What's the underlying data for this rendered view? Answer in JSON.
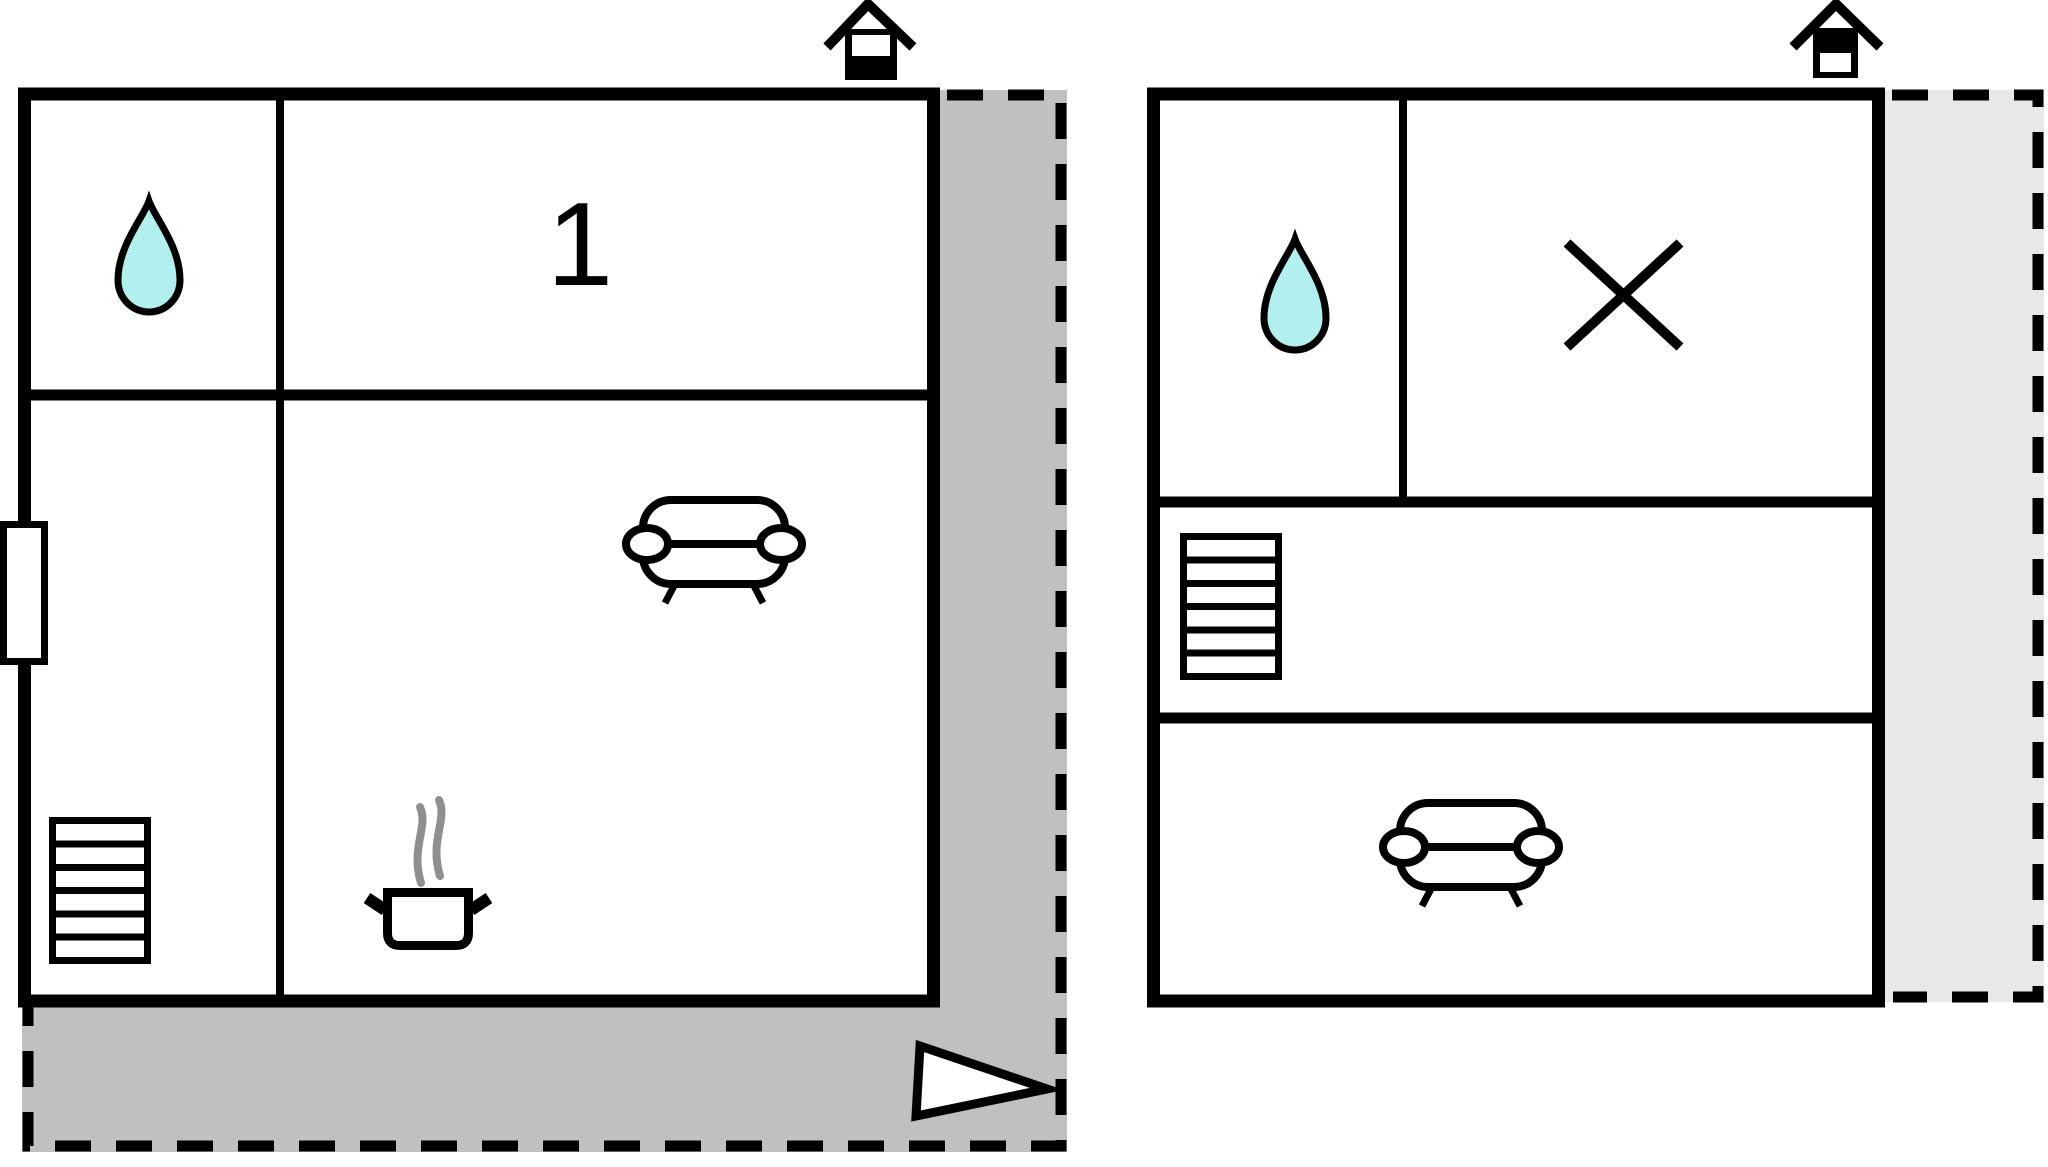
{
  "colors": {
    "wall": "#000000",
    "water_drop": "#b2f0f0",
    "terrace_left": "#c0c0c0",
    "terrace_right": "#e8e8e8",
    "steam": "#8f8f8f",
    "background": "#ffffff"
  },
  "left_plan": {
    "room_label": "1",
    "icons": [
      "chimney-icon",
      "water-drop-icon",
      "window",
      "sofa-icon",
      "cooking-pot-icon",
      "stairs-icon",
      "entrance-arrow-icon",
      "terrace-dashed-border"
    ]
  },
  "right_plan": {
    "icons": [
      "chimney-icon",
      "water-drop-icon",
      "x-mark-icon",
      "stairs-icon",
      "sofa-icon",
      "terrace-dashed-border"
    ]
  }
}
